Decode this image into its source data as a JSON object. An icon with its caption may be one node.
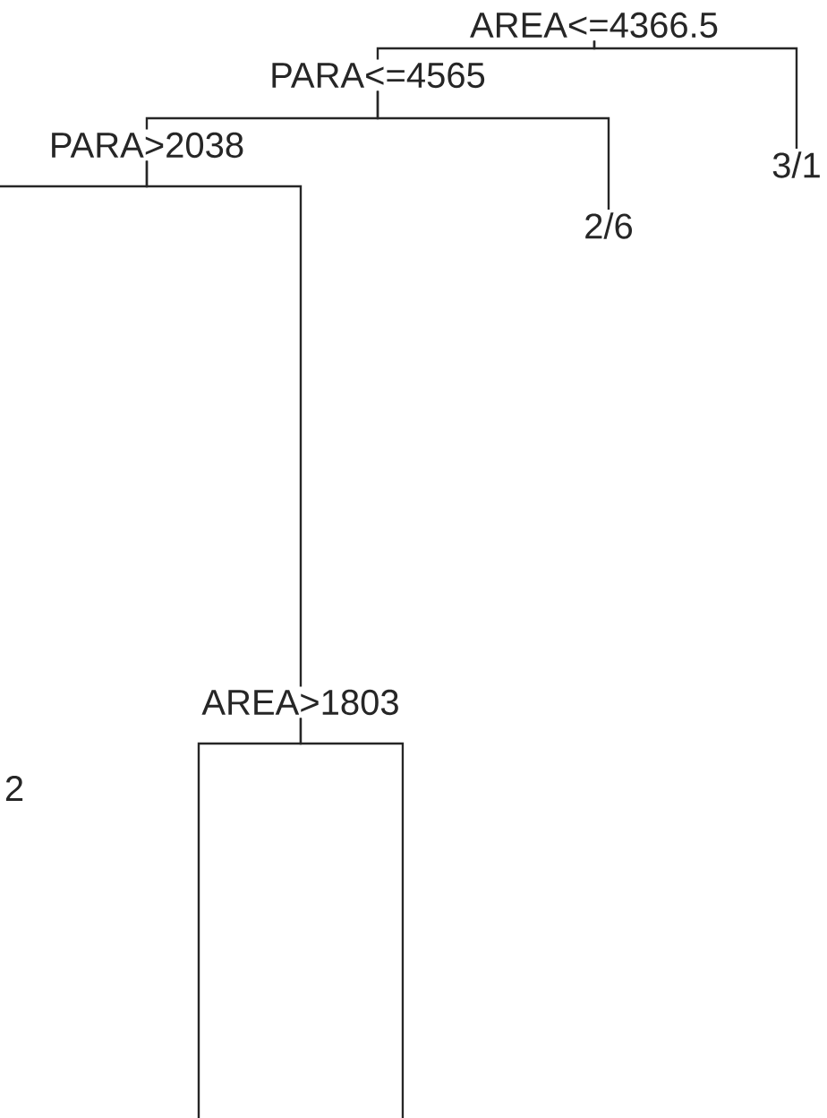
{
  "diagram": {
    "nodes": [
      {
        "text": [
          "AREA<=4366.5"
        ]
      },
      {
        "text": [
          "PARA<=4565"
        ]
      },
      {
        "text": [
          "PARA>2038"
        ]
      },
      {
        "text": [
          "2/6"
        ]
      },
      {
        "text": [
          "3/1"
        ]
      },
      {
        "text": [
          "AREA>1803"
        ]
      }
    ],
    "edges": [
      {
        "from": 0,
        "to": 1,
        "arrow": "none"
      },
      {
        "from": 0,
        "to": 4,
        "arrow": "none"
      },
      {
        "from": 1,
        "to": 2,
        "arrow": "none"
      },
      {
        "from": 1,
        "to": 3,
        "arrow": "none"
      },
      {
        "from": 2,
        "to": null,
        "arrow": "none"
      },
      {
        "from": 2,
        "to": 5,
        "arrow": "none"
      },
      {
        "from": 5,
        "to": null,
        "arrow": "none"
      },
      {
        "from": 5,
        "to": null,
        "arrow": "none"
      }
    ],
    "labels": [
      "2"
    ]
  }
}
